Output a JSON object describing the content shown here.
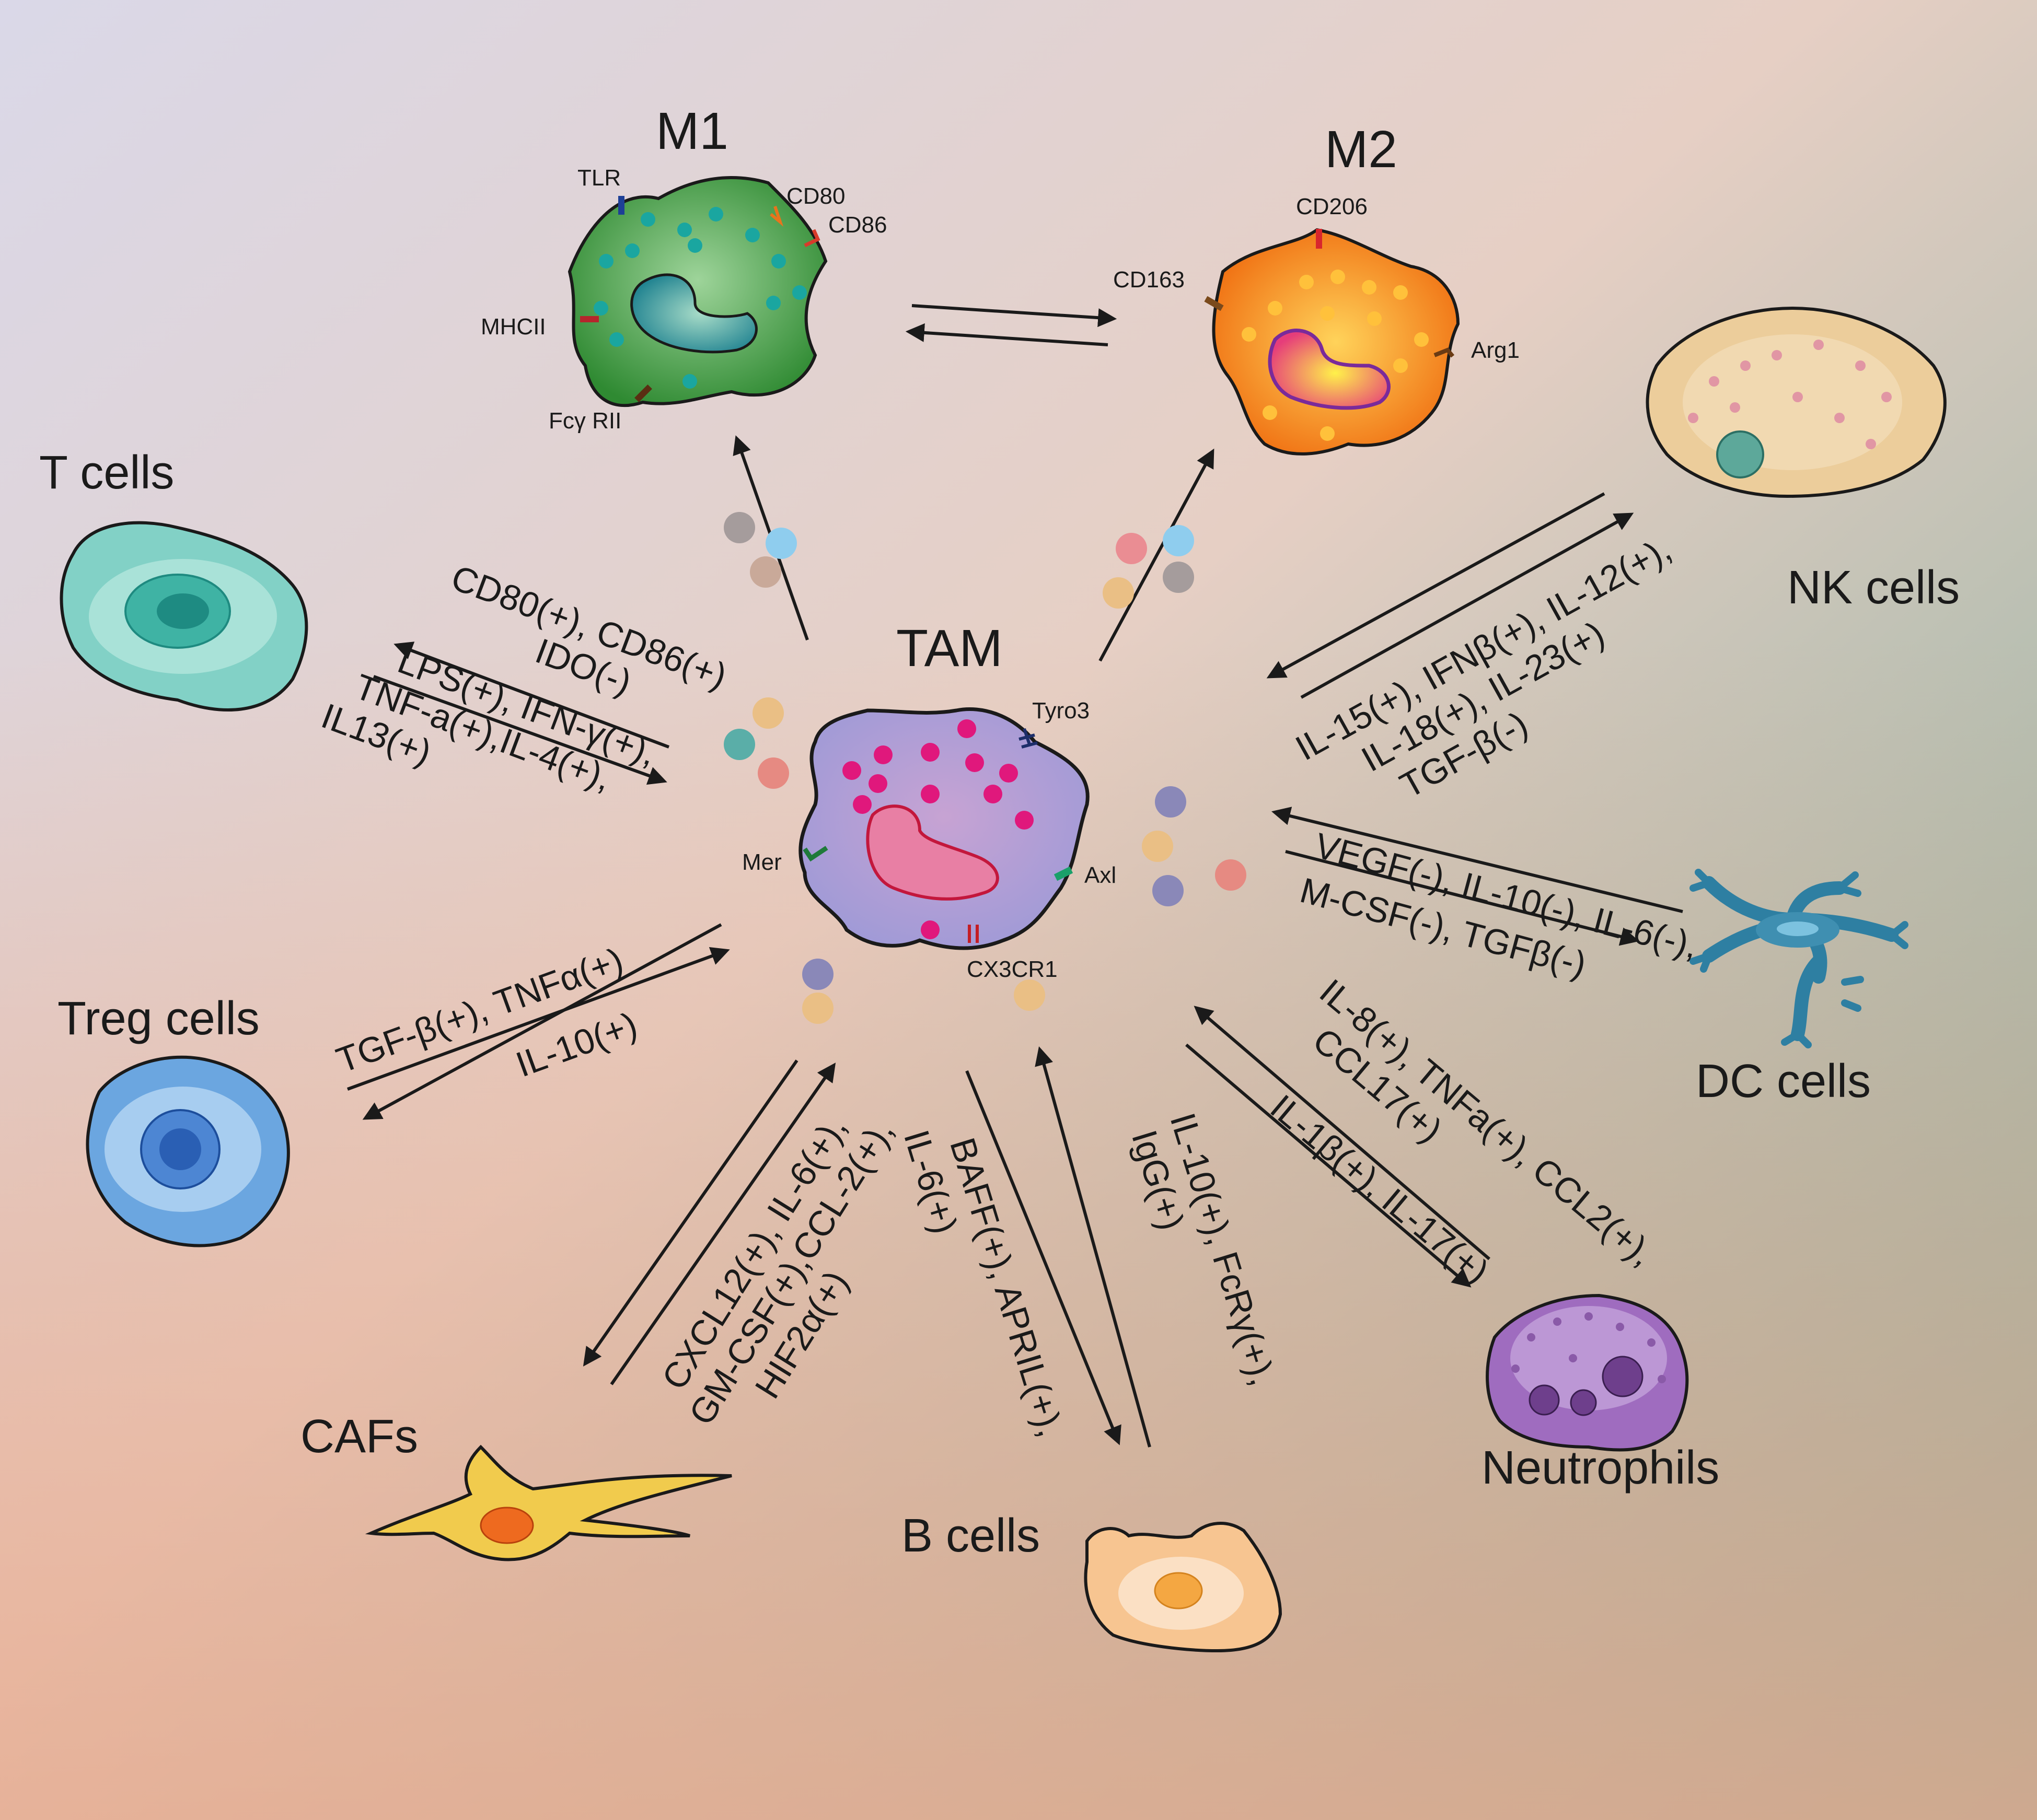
{
  "titles": {
    "m1": "M1",
    "m2": "M2",
    "tam": "TAM",
    "t_cells": "T cells",
    "treg_cells": "Treg cells",
    "cafs": "CAFs",
    "b_cells": "B cells",
    "neutrophils": "Neutrophils",
    "dc_cells": "DC cells",
    "nk_cells": "NK cells"
  },
  "receptors": {
    "m1": {
      "tlr": "TLR",
      "cd80": "CD80",
      "cd86": "CD86",
      "mhcii": "MHCII",
      "fcyrii": "Fcγ RII"
    },
    "m2": {
      "cd206": "CD206",
      "cd163": "CD163",
      "arg1": "Arg1"
    },
    "tam": {
      "tyro3": "Tyro3",
      "mer": "Mer",
      "axl": "Axl",
      "cx3cr1": "CX3CR1"
    }
  },
  "signals": {
    "t_cells": [
      "CD80(+), CD86(+)",
      "IDO(-)",
      "LPS(+), IFN-γ(+),",
      "TNF-a(+),IL-4(+),",
      "IL13(+)"
    ],
    "treg": [
      "TGF-β(+), TNFα(+)",
      "IL-10(+)"
    ],
    "cafs": [
      "CXCL12(+), IL-6(+),",
      "GM-CSF(+),CCL-2(+),",
      "HIF2α(+)"
    ],
    "b_cells_left": [
      "BAFF(+), APRIL(+),",
      "IL-6(+)"
    ],
    "b_cells_right": [
      "IL-10(+), FcRγ(+),",
      "IgG(+)"
    ],
    "neutrophils": [
      "IL-8(+), TNFa(+), CCL2(+),",
      "CCL17(+)",
      "IL-1β(+), IL-17(+)"
    ],
    "dc": [
      "VEGF(-), IL-10(-), IL-6(-),",
      "M-CSF(-), TGFβ(-)"
    ],
    "nk": [
      "IL-15(+), IFNβ(+), IL-12(+),",
      "IL-18(+), IL-23(+)",
      "TGF-β(-)"
    ]
  },
  "colors": {
    "bg_top_left": "#d7d6e6",
    "bg_bottom_left": "#eaa98c",
    "bg_bottom_right": "#78a898",
    "m1": "#3f9b3d",
    "m2": "#f07d17",
    "tam": "#a89ed8",
    "t_cell": "#76cfc3",
    "treg": "#6aa1dd",
    "caf": "#f1ca4a",
    "b_cell": "#f6c48e",
    "neutrophil": "#a06dc0",
    "dc": "#3f8fb1",
    "nk": "#eccd9a"
  },
  "icons": [
    "cell-icon",
    "receptor-icon",
    "cytokine-dot-icon",
    "arrow-icon"
  ]
}
